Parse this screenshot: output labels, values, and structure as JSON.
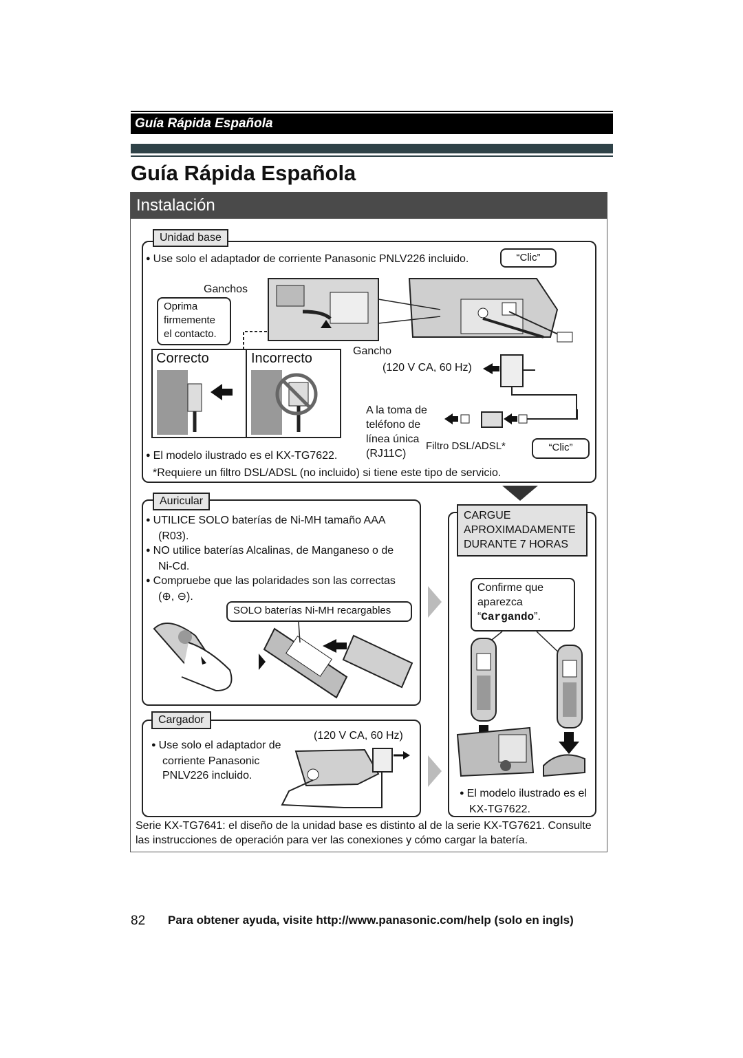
{
  "header": {
    "bar_title": "Guía Rápida Española",
    "main_title": "Guía Rápida Española",
    "section_title": "Instalación"
  },
  "base_unit": {
    "tag": "Unidad base",
    "adapter_note": "Use solo el adaptador de corriente Panasonic PNLV226 incluido.",
    "clic_top": "“Clic”",
    "hooks_label": "Ganchos",
    "press_firmly": [
      "Oprima",
      "firmemente",
      "el contacto."
    ],
    "correct": "Correcto",
    "incorrect": "Incorrecto",
    "hook_label": "Gancho",
    "power_spec": "(120 V CA, 60 Hz)",
    "phone_jack": [
      "A la toma de",
      "teléfono de",
      "línea única",
      "(RJ11C)"
    ],
    "dsl_filter": "Filtro DSL/ADSL*",
    "clic_bottom": "“Clic”",
    "model_note": "El modelo ilustrado es el KX-TG7622.",
    "footnote": "*Requiere un filtro DSL/ADSL (no incluido) si tiene este tipo de servicio."
  },
  "handset": {
    "tag": "Auricular",
    "bullet1": [
      "UTILICE SOLO baterías de Ni-MH tamaño AAA",
      "(R03)."
    ],
    "bullet2": [
      "NO utilice baterías Alcalinas, de Manganeso o de",
      "Ni-Cd."
    ],
    "bullet3": [
      "Compruebe que las polaridades son las correctas",
      "(⊕, ⊖)."
    ],
    "battery_callout": "SOLO baterías Ni-MH recargables"
  },
  "charge": {
    "lines": [
      "CARGUE",
      "APROXIMADAMENTE",
      "DURANTE 7 HORAS"
    ],
    "confirm": [
      "Confirme que",
      "aparezca"
    ],
    "charging_text": "Cargando",
    "model_note": [
      "El modelo ilustrado es el",
      "KX-TG7622."
    ]
  },
  "charger": {
    "tag": "Cargador",
    "power_spec": "(120 V CA, 60 Hz)",
    "note": [
      "Use solo el adaptador de",
      "corriente Panasonic",
      "PNLV226 incluido."
    ]
  },
  "series_note": [
    "Serie KX-TG7641: el diseño de la unidad base es distinto al de la serie KX-TG7621. Consulte",
    "las instrucciones de operación para ver las conexiones y cómo cargar la batería."
  ],
  "footer": {
    "page_number": "82",
    "help_text": "Para obtener ayuda, visite http://www.panasonic.com/help (solo en ingls)"
  }
}
